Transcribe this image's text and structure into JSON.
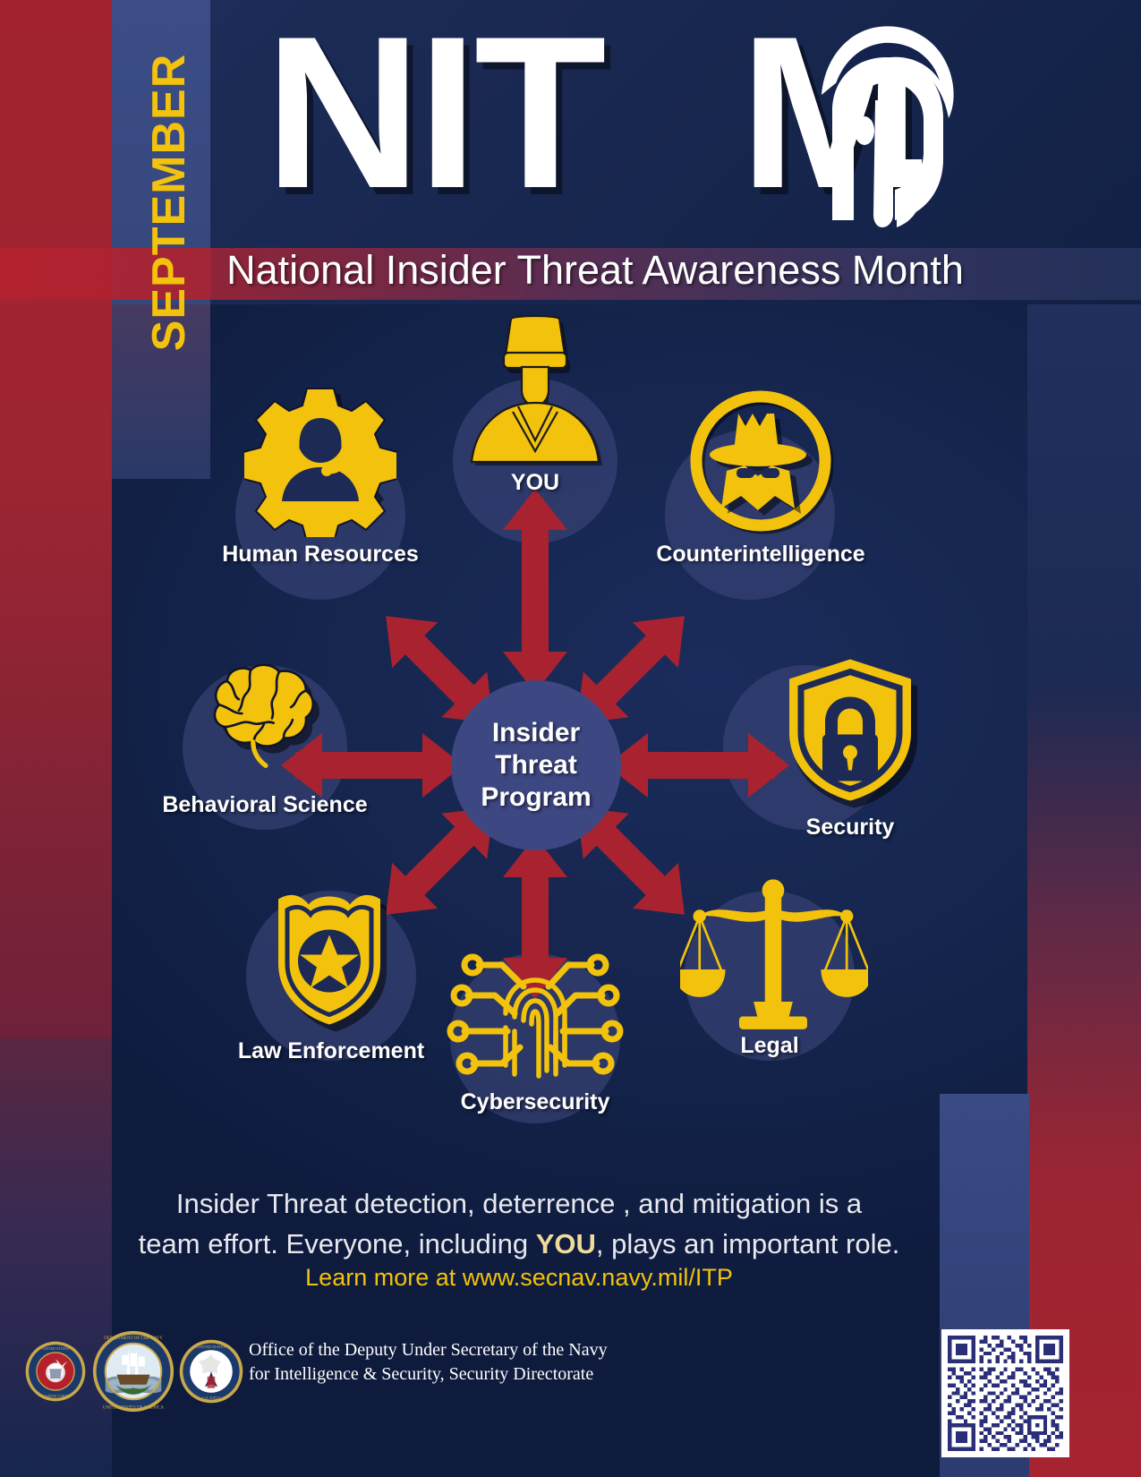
{
  "poster": {
    "month": "SEPTEMBER",
    "acronym": "NITAM",
    "acronym_parts": {
      "before": "NIT",
      "helmet_letter": "A",
      "after": "M"
    },
    "subtitle": "National Insider Threat Awareness Month",
    "helmet_icon": "spartan-helmet-icon"
  },
  "diagram": {
    "center": {
      "label": "Insider\nThreat\nProgram",
      "line1": "Insider",
      "line2": "Threat",
      "line3": "Program"
    },
    "nodes": [
      {
        "id": "you",
        "label": "YOU",
        "icon": "sailor-person-icon"
      },
      {
        "id": "human-resources",
        "label": "Human Resources",
        "icon": "gear-person-headset-icon"
      },
      {
        "id": "counterintelligence",
        "label": "Counterintelligence",
        "icon": "spy-hat-glasses-icon"
      },
      {
        "id": "behavioral-science",
        "label": "Behavioral Science",
        "icon": "brain-icon"
      },
      {
        "id": "security",
        "label": "Security",
        "icon": "shield-lock-icon"
      },
      {
        "id": "law-enforcement",
        "label": "Law Enforcement",
        "icon": "police-badge-star-icon"
      },
      {
        "id": "cybersecurity",
        "label": "Cybersecurity",
        "icon": "fingerprint-circuit-icon"
      },
      {
        "id": "legal",
        "label": "Legal",
        "icon": "scales-of-justice-icon"
      }
    ]
  },
  "tagline": {
    "line1": "Insider Threat detection, deterrence , and mitigation is a",
    "line2_a": "team effort. Everyone, including ",
    "line2_emphasis": "YOU",
    "line2_b": ", plays an important role."
  },
  "learn_more": "Learn more at www.secnav.navy.mil/ITP",
  "footer": {
    "line1": "Office of the Deputy Under Secretary of the Navy",
    "line2": "for Intelligence & Security, Security Directorate",
    "seals": [
      {
        "id": "usmc-seal",
        "name": "united-states-marine-corps-seal"
      },
      {
        "id": "don-seal",
        "name": "department-of-the-navy-seal"
      },
      {
        "id": "navy-seal",
        "name": "us-navy-seal"
      }
    ],
    "qr_code": "qr-code-icon"
  },
  "colors": {
    "navy": "#13234d",
    "dark_navy": "#0e1b3d",
    "red": "#a8232f",
    "yellow": "#f2c20c",
    "hub_blue": "#3d4782",
    "halo_blue": "#3b4579",
    "white": "#ffffff"
  }
}
